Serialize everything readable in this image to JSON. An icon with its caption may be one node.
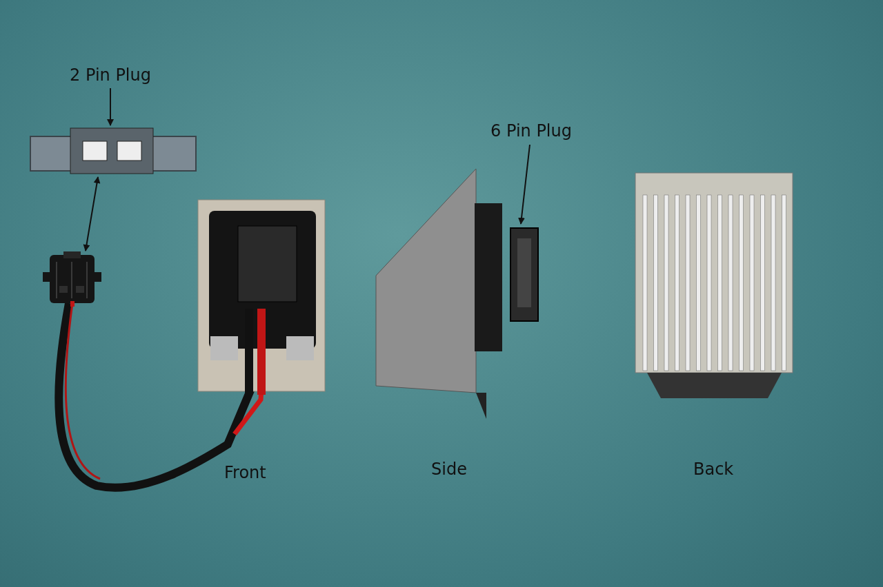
{
  "diagram": {
    "nodes": [
      {
        "text": [
          "2 Pin Plug"
        ]
      },
      {
        "text": [],
        "shape": "picture"
      },
      {
        "text": [],
        "shape": "picture"
      },
      {
        "text": [
          "6 Pin Plug"
        ]
      },
      {
        "text": [],
        "shape": "picture"
      }
    ],
    "edges": [
      {
        "from": 0,
        "to": 1,
        "arrow": "to"
      },
      {
        "from": 1,
        "to": 2,
        "arrow": "both"
      },
      {
        "from": 3,
        "to": 4,
        "arrow": "to"
      }
    ],
    "labels": [
      "Front",
      "Side",
      "Back"
    ]
  }
}
